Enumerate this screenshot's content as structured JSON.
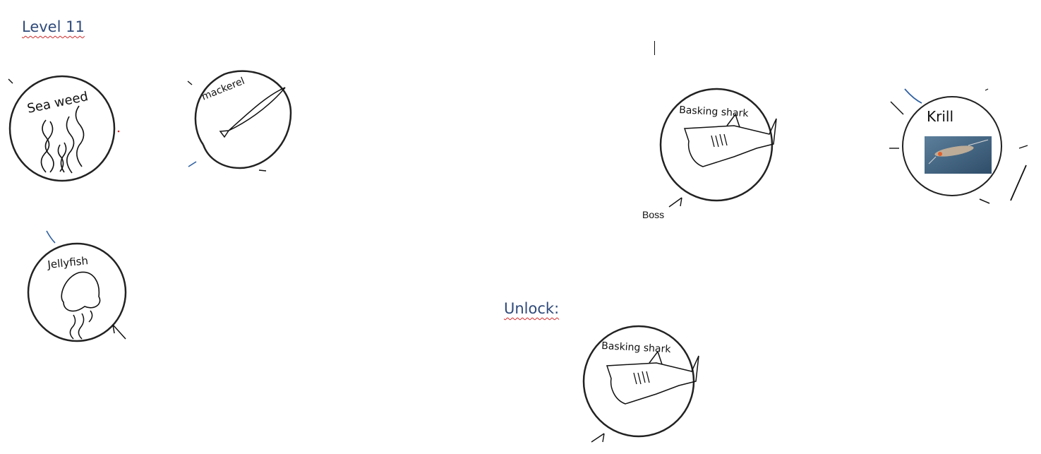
{
  "document": {
    "title": "Level 11",
    "unlock_heading": "Unlock:",
    "boss_caption": "Boss"
  },
  "creatures": {
    "seaweed": "Sea weed",
    "mackerel": "mackerel",
    "jellyfish": "Jellyfish",
    "basking_shark": "Basking shark",
    "krill": "Krill",
    "unlock_shark": "Basking shark"
  },
  "colors": {
    "heading_text": "#2f4a7a",
    "spell_underline": "#d22a2a",
    "ink": "#111111",
    "pen_blue": "#2e5fa0"
  }
}
